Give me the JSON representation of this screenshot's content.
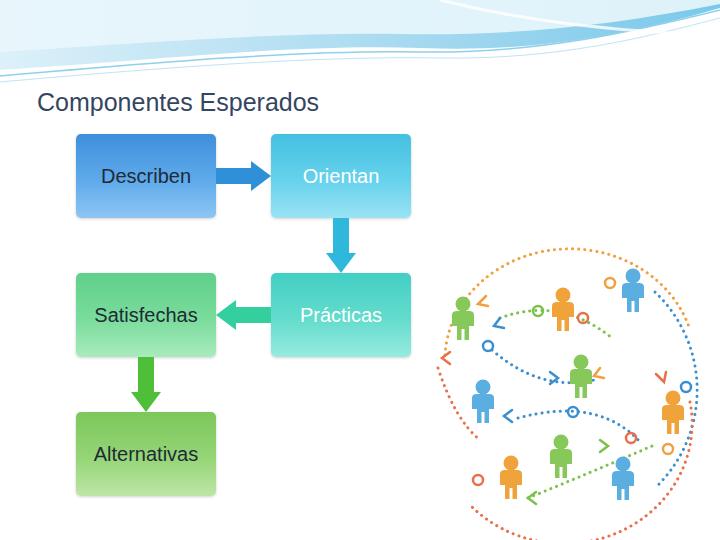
{
  "diagram": {
    "title": "Componentes Esperados",
    "nodes": [
      {
        "text": [
          "Describen"
        ]
      },
      {
        "text": [
          "Orientan"
        ]
      },
      {
        "text": [
          "Satisfechas"
        ]
      },
      {
        "text": [
          "Prácticas"
        ]
      },
      {
        "text": [
          "Alternativas"
        ]
      }
    ],
    "edges": [
      {
        "from": 0,
        "to": 1,
        "arrow": "to"
      },
      {
        "from": 1,
        "to": 3,
        "arrow": "to"
      },
      {
        "from": 3,
        "to": 2,
        "arrow": "to"
      },
      {
        "from": 2,
        "to": 4,
        "arrow": "to"
      }
    ]
  }
}
